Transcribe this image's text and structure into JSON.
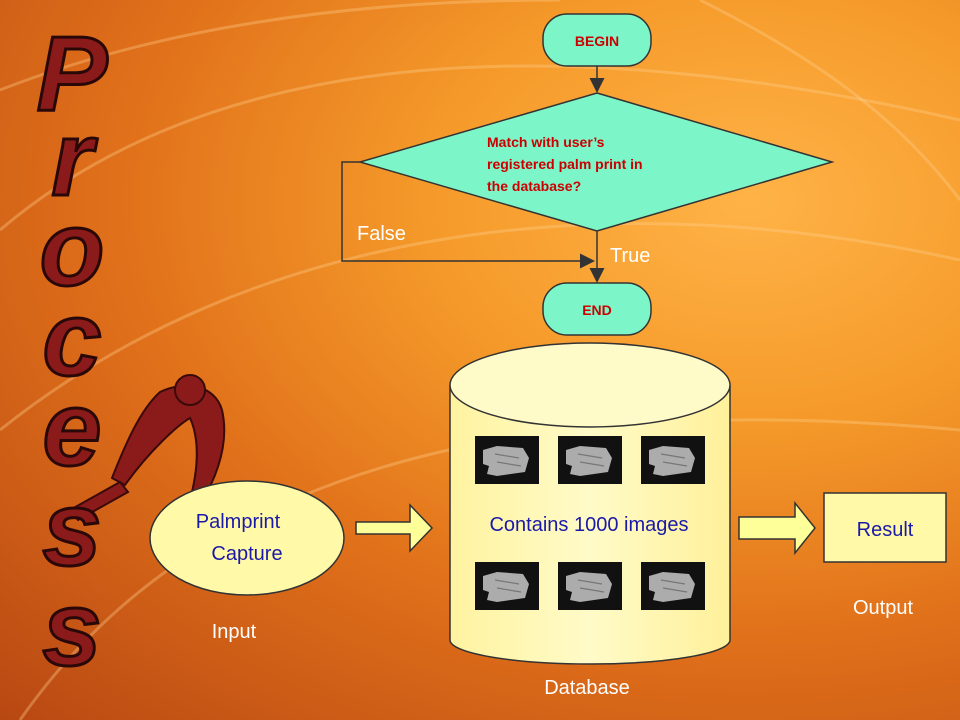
{
  "slide": {
    "title_letters": [
      "P",
      "r",
      "o",
      "c",
      "e",
      "s",
      "s"
    ]
  },
  "flowchart": {
    "begin": "BEGIN",
    "decision_lines": [
      "Match with user’s",
      "registered palm print in",
      "the database?"
    ],
    "false_label": "False",
    "true_label": "True",
    "end": "END"
  },
  "process": {
    "input_node_lines": [
      "Palmprint",
      "Capture"
    ],
    "input_label": "Input",
    "database_text": "Contains 1000 images",
    "database_label": "Database",
    "result": "Result",
    "output_label": "Output"
  },
  "colors": {
    "terminal_fill": "#7cf5c8",
    "decision_fill": "#7cf5c8",
    "decision_text": "#cc0000",
    "terminal_text": "#cc0000",
    "node_fill": "#fff9a8",
    "database_fill": "#fff9a8",
    "arrow_fill": "#ffff99",
    "title_fill": "#8b1a1a"
  }
}
